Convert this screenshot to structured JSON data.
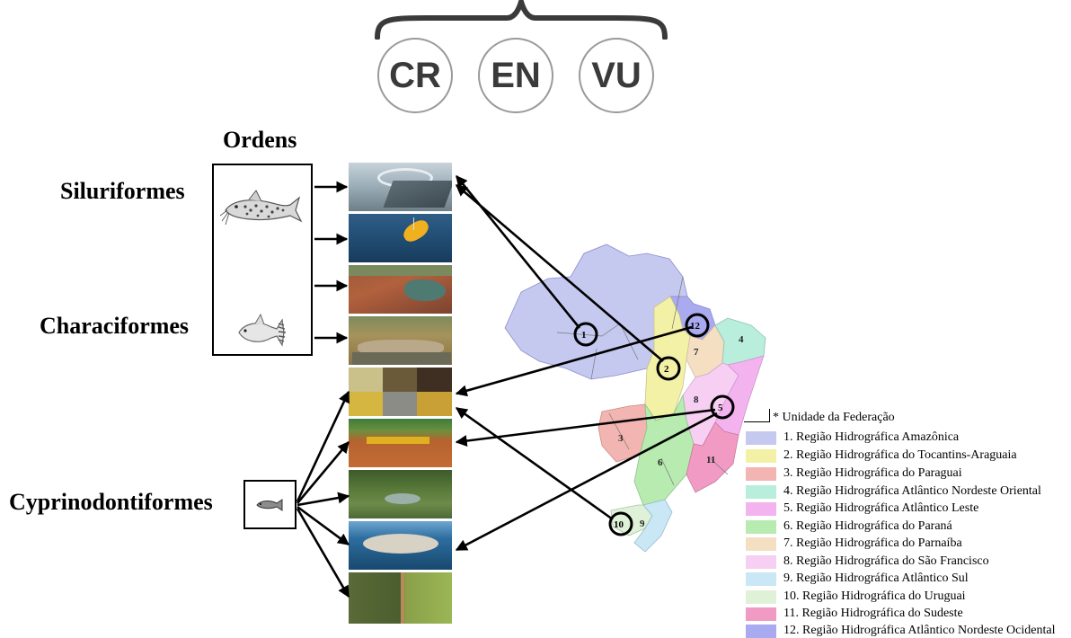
{
  "status_categories": [
    "CR",
    "EN",
    "VU"
  ],
  "orders": {
    "title": "Ordens",
    "items": [
      "Siluriformes",
      "Characiformes",
      "Cyprinodontiformes"
    ]
  },
  "map": {
    "region_numbers": [
      "1",
      "2",
      "3",
      "4",
      "5",
      "6",
      "7",
      "8",
      "9",
      "10",
      "11",
      "12"
    ],
    "circled_regions": [
      "1",
      "2",
      "12",
      "5",
      "10"
    ]
  },
  "legend": {
    "header": "* Unidade da Federação",
    "items": [
      {
        "label": "1. Região Hidrográfica Amazônica",
        "color": "#c5c9f0"
      },
      {
        "label": "2. Região Hidrográfica do Tocantins-Araguaia",
        "color": "#f3f1a5"
      },
      {
        "label": "3. Região Hidrográfica do Paraguai",
        "color": "#f3b5b2"
      },
      {
        "label": "4. Região Hidrográfica Atlântico Nordeste Oriental",
        "color": "#b9eedc"
      },
      {
        "label": "5. Região Hidrográfica Atlântico Leste",
        "color": "#f3b3ef"
      },
      {
        "label": "6. Região Hidrográfica do Paraná",
        "color": "#b7ebb0"
      },
      {
        "label": "7. Região Hidrográfica do Parnaíba",
        "color": "#f5dfc3"
      },
      {
        "label": "8. Região Hidrográfica do São Francisco",
        "color": "#f6cff2"
      },
      {
        "label": "9. Região Hidrográfica Atlântico Sul",
        "color": "#c9e7f4"
      },
      {
        "label": "10. Região Hidrográfica do Uruguai",
        "color": "#dff2d8"
      },
      {
        "label": "11. Região Hidrográfica do Sudeste",
        "color": "#f19bc4"
      },
      {
        "label": "12. Região Hidrográfica Atlântico Nordeste Ocidental",
        "color": "#a9aaf0"
      }
    ]
  }
}
